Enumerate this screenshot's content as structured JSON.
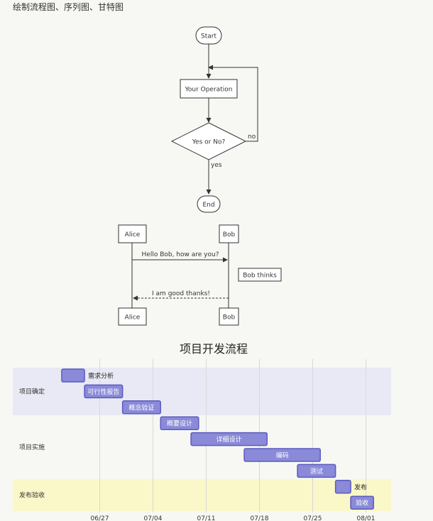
{
  "heading": "绘制流程图、序列图、甘特图",
  "flowchart": {
    "start": "Start",
    "operation": "Your Operation",
    "decision": "Yes or No?",
    "no_label": "no",
    "yes_label": "yes",
    "end": "End"
  },
  "sequence": {
    "actor_a": "Alice",
    "actor_b": "Bob",
    "message_1": "Hello Bob, how are you?",
    "note": "Bob thinks",
    "message_2": "I am good thanks!"
  },
  "gantt": {
    "title": "项目开发流程",
    "colors": {
      "task_fill": "#8a8ad8",
      "task_border": "#5b5bc0",
      "section_1_bg": "#e9e9f5",
      "section_2_bg": "#f7f8f3",
      "section_3_bg": "#faf8c8"
    },
    "sections": [
      "项目确定",
      "项目实施",
      "发布验收"
    ],
    "tasks": [
      {
        "name": "需求分析",
        "section": 0,
        "start": "2019-06-22",
        "end": "2019-06-25",
        "label_outside": true
      },
      {
        "name": "可行性报告",
        "section": 0,
        "start": "2019-06-25",
        "end": "2019-06-30",
        "label_outside": false
      },
      {
        "name": "概念验证",
        "section": 0,
        "start": "2019-06-30",
        "end": "2019-07-05",
        "label_outside": false
      },
      {
        "name": "概要设计",
        "section": 1,
        "start": "2019-07-05",
        "end": "2019-07-10",
        "label_outside": false
      },
      {
        "name": "详细设计",
        "section": 1,
        "start": "2019-07-09",
        "end": "2019-07-19",
        "label_outside": false
      },
      {
        "name": "编码",
        "section": 1,
        "start": "2019-07-16",
        "end": "2019-07-26",
        "label_outside": false
      },
      {
        "name": "测试",
        "section": 1,
        "start": "2019-07-23",
        "end": "2019-07-28",
        "label_outside": false
      },
      {
        "name": "发布",
        "section": 2,
        "start": "2019-07-28",
        "end": "2019-07-30",
        "label_outside": true
      },
      {
        "name": "验收",
        "section": 2,
        "start": "2019-07-30",
        "end": "2019-08-02",
        "label_outside": false
      }
    ],
    "ticks": [
      {
        "date": "2019-06-27",
        "label": "06/27"
      },
      {
        "date": "2019-07-04",
        "label": "07/04"
      },
      {
        "date": "2019-07-11",
        "label": "07/11"
      },
      {
        "date": "2019-07-18",
        "label": "07/18"
      },
      {
        "date": "2019-07-25",
        "label": "07/25"
      },
      {
        "date": "2019-08-01",
        "label": "08/01"
      }
    ]
  }
}
